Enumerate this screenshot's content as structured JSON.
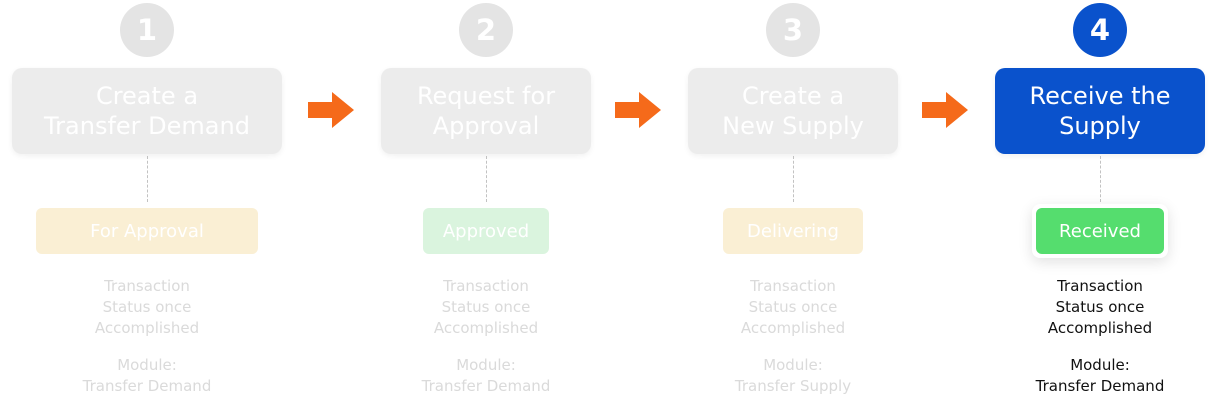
{
  "colors": {
    "inactive_card": "#ececec",
    "inactive_circle": "#e4e4e4",
    "active": "#0a52cc",
    "arrow": "#f56a1a",
    "connector": "#c2c2c2",
    "muted_text": "#dadada",
    "active_text": "#111111"
  },
  "steps": [
    {
      "number": "1",
      "title": "Create a\nTransfer Demand",
      "badge": "For Approval",
      "badge_color": "#faefd4",
      "status": "Transaction\nStatus once\nAccomplished",
      "module": "Module:\nTransfer Demand",
      "active": false
    },
    {
      "number": "2",
      "title": "Request for\nApproval",
      "badge": "Approved",
      "badge_color": "#daf4de",
      "status": "Transaction\nStatus once\nAccomplished",
      "module": "Module:\nTransfer Demand",
      "active": false
    },
    {
      "number": "3",
      "title": "Create a\nNew Supply",
      "badge": "Delivering",
      "badge_color": "#faefd4",
      "status": "Transaction\nStatus once\nAccomplished",
      "module": "Module:\nTransfer Supply",
      "active": false
    },
    {
      "number": "4",
      "title": "Receive the\nSupply",
      "badge": "Received",
      "badge_color": "#55dd6e",
      "status": "Transaction\nStatus once\nAccomplished",
      "module": "Module:\nTransfer Demand",
      "active": true
    }
  ],
  "arrows": [
    "arrow-right-icon",
    "arrow-right-icon",
    "arrow-right-icon"
  ]
}
